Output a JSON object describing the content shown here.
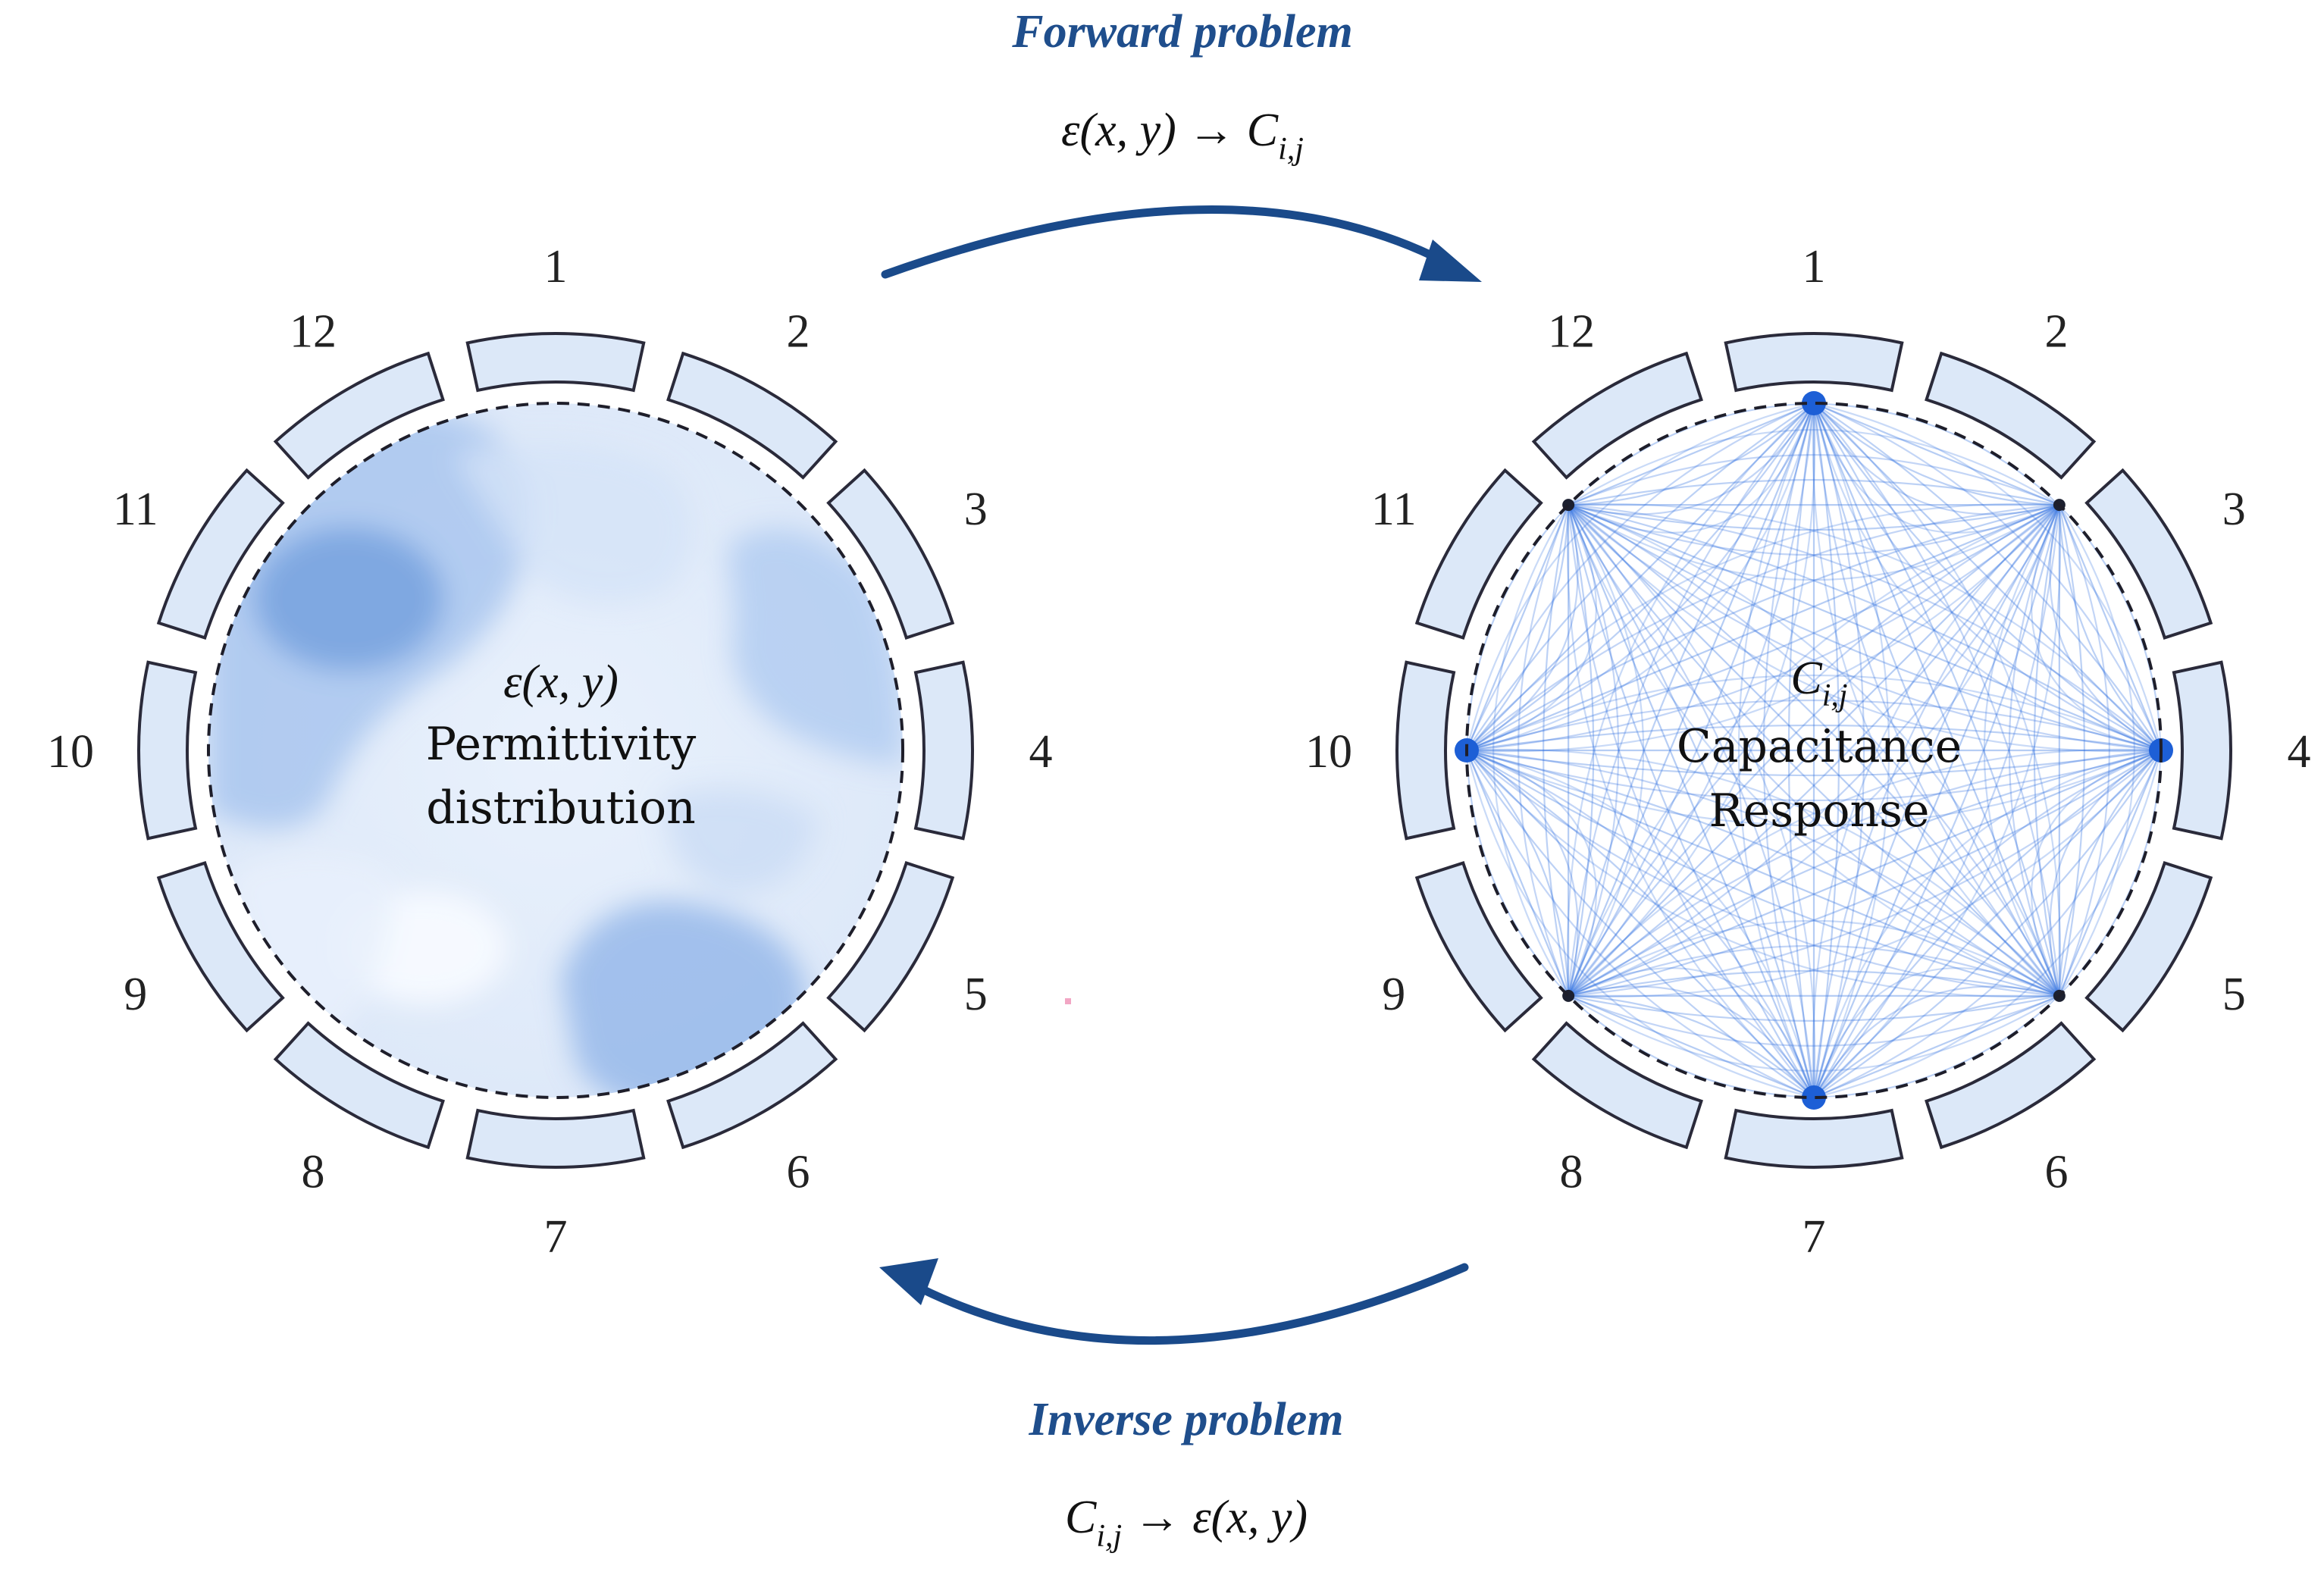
{
  "forward": {
    "title": "Forward problem",
    "formula": "ε(x, y) → C",
    "formula_sub": "i,j"
  },
  "inverse": {
    "title": "Inverse problem",
    "formula_lead": "C",
    "formula_sub": "i,j",
    "formula_rest": " → ε(x, y)"
  },
  "left_sensor": {
    "center_formula": "ε(x, y)",
    "label_line1": "Permittivity",
    "label_line2": "distribution",
    "electrode_labels": [
      "1",
      "2",
      "3",
      "4",
      "5",
      "6",
      "7",
      "8",
      "9",
      "10",
      "11",
      "12"
    ]
  },
  "right_sensor": {
    "center_symbol": "C",
    "center_sub": "i,j",
    "label_line1": "Capacitance",
    "label_line2": "Response",
    "electrode_labels": [
      "1",
      "2",
      "3",
      "4",
      "5",
      "6",
      "7",
      "8",
      "9",
      "10",
      "11",
      "12"
    ]
  },
  "colors": {
    "arrow": "#1a4a8a",
    "electrode_fill": "#dce8f8",
    "electrode_stroke": "#2a2a3a",
    "field_line": "#2f6fe0",
    "permittivity_dark": "#6f9ddf",
    "permittivity_light": "#eef4fc"
  },
  "icons": [
    "forward-arrow-icon",
    "inverse-arrow-icon"
  ]
}
